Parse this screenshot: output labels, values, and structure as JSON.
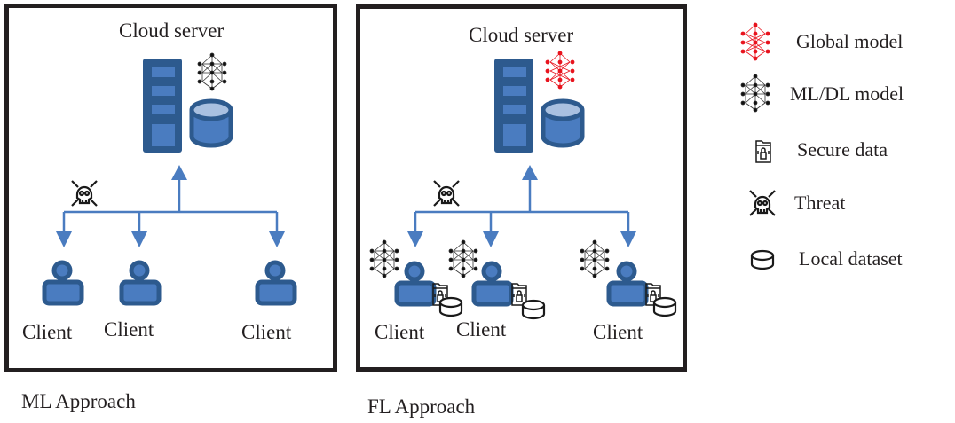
{
  "panels": {
    "ml": {
      "cloud_title": "Cloud server",
      "clients": [
        "Client",
        "Client",
        "Client"
      ],
      "caption": "ML Approach",
      "server_model": "ml-dl-model"
    },
    "fl": {
      "cloud_title": "Cloud server",
      "clients": [
        "Client",
        "Client",
        "Client"
      ],
      "caption": "FL Approach",
      "server_model": "global-model"
    }
  },
  "legend": {
    "items": [
      {
        "icon": "global-model-icon",
        "label": "Global model"
      },
      {
        "icon": "ml-dl-model-icon",
        "label": "ML/DL model"
      },
      {
        "icon": "secure-data-icon",
        "label": "Secure data"
      },
      {
        "icon": "threat-icon",
        "label": "Threat"
      },
      {
        "icon": "local-dataset-icon",
        "label": "Local dataset"
      }
    ]
  },
  "colors": {
    "server_dark": "#2d5a8e",
    "server_light": "#4a7cc0",
    "db_top": "#a9c0e0",
    "arrow": "#4a7cc0",
    "global_model": "#e8141e",
    "frame": "#231f20"
  }
}
